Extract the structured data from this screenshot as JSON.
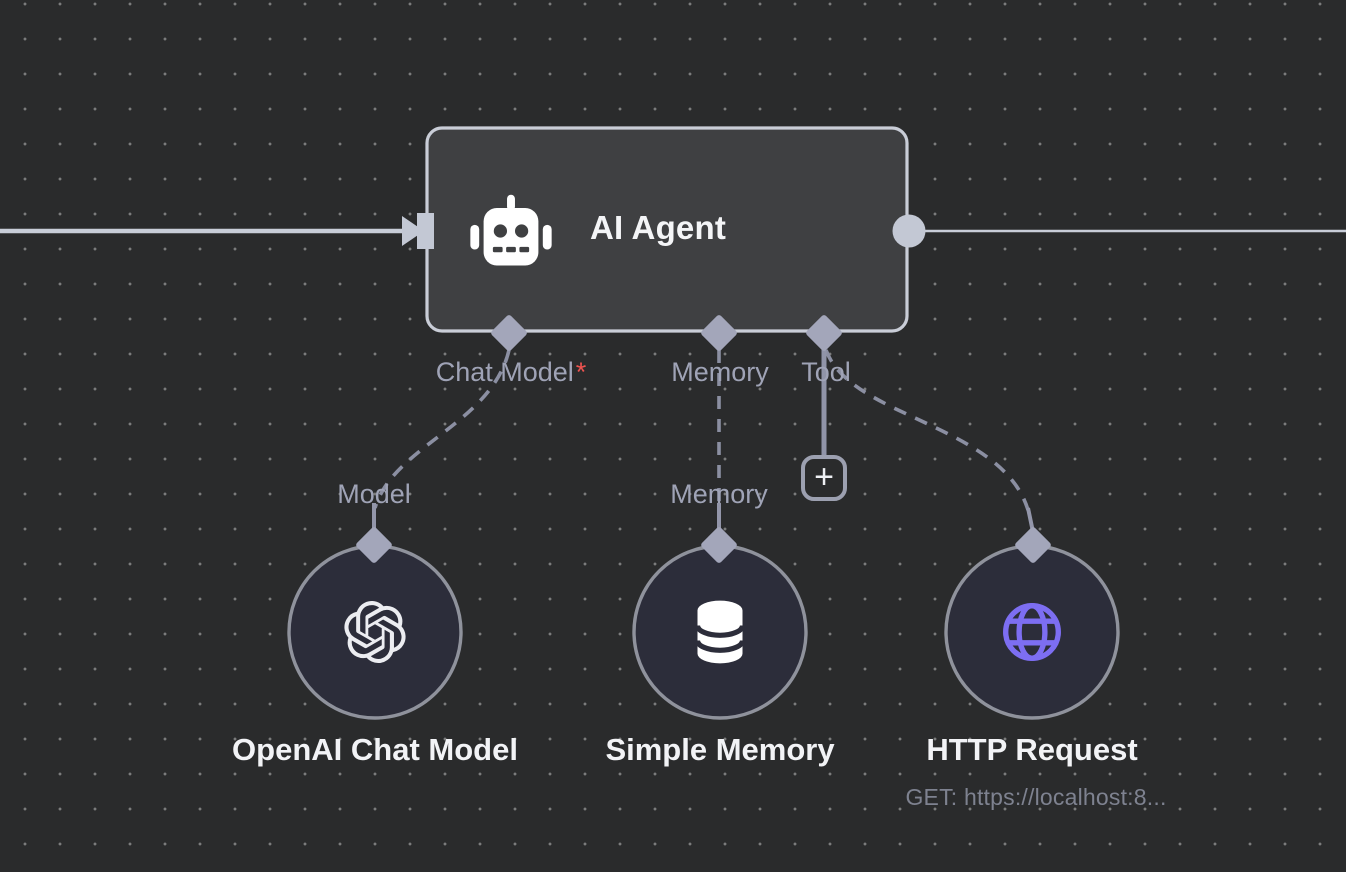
{
  "canvas": {
    "background_color": "#2a2b2c",
    "grid_dot_color": "#8a8c8e"
  },
  "colors": {
    "agent_node_fill": "#3f4042",
    "agent_node_border": "#c9cdd7",
    "circle_node_fill": "#2c2d3a",
    "circle_node_border": "#8f929c",
    "connector_fill": "#c3c8d4",
    "endpoint_diamond": "#a3a6ba",
    "dashed_edge": "#8b8fa2",
    "port_label_text": "#9fa3b6",
    "required_asterisk": "#ef5350",
    "title_text": "#f4f5f7",
    "subtitle_text": "#7e8290",
    "globe_purple": "#7d6ef2",
    "main_edge": "#c8cdd8"
  },
  "icons": {
    "agent": "robot-icon",
    "model_node": "openai-logo-icon",
    "memory_node": "database-icon",
    "tool_node": "globe-icon",
    "add_tool": "plus-icon",
    "input": "arrow-right-icon"
  },
  "agent_node": {
    "title": "AI Agent",
    "ports": [
      {
        "label": "Chat Model",
        "required_marker": "*"
      },
      {
        "label": "Memory"
      },
      {
        "label": "Tool",
        "add_button_glyph": "+"
      }
    ]
  },
  "sub_nodes": [
    {
      "name": "OpenAI Chat Model",
      "port_label": "Model"
    },
    {
      "name": "Simple Memory",
      "port_label": "Memory"
    },
    {
      "name": "HTTP Request",
      "port_label": "",
      "subtitle": "GET: https://localhost:8..."
    }
  ]
}
